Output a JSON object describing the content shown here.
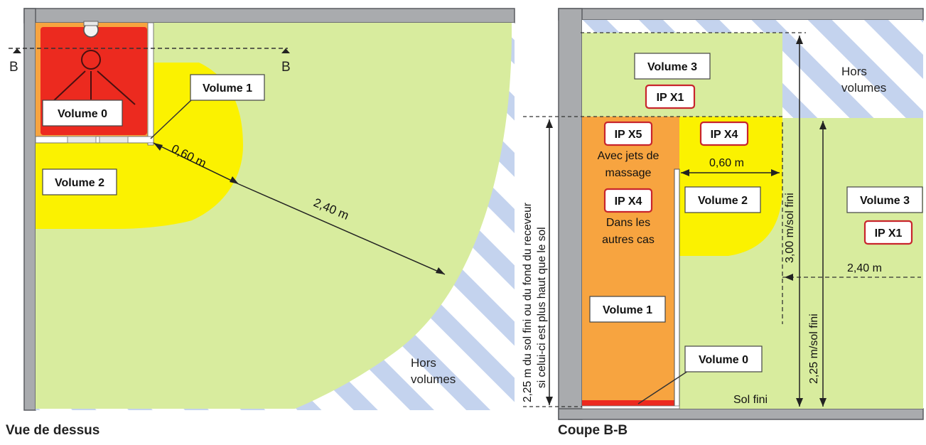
{
  "colors": {
    "wall": "#a9abae",
    "wall_stroke": "#5a5c60",
    "green": "#d8ec9e",
    "yellow": "#fbf200",
    "orange": "#f7a440",
    "red": "#ec2a1f",
    "stripe_blue": "#c4d3ee",
    "ip_border": "#c8242c"
  },
  "top_view": {
    "caption": "Vue de dessus",
    "section_mark": "B",
    "volume0": "Volume 0",
    "volume1": "Volume 1",
    "volume2": "Volume 2",
    "dim_060": "0,60 m",
    "dim_240": "2,40 m",
    "hors_volumes": [
      "Hors",
      "volumes"
    ]
  },
  "section_view": {
    "caption": "Coupe B-B",
    "volume3": "Volume 3",
    "ipx1": "IP X1",
    "ipx5": "IP X5",
    "ipx4": "IP X4",
    "avec_jets": [
      "Avec jets de",
      "massage"
    ],
    "dans_les": [
      "Dans les",
      "autres cas"
    ],
    "volume1": "Volume 1",
    "volume2": "Volume 2",
    "volume0": "Volume 0",
    "dim_060": "0,60 m",
    "dim_240": "2,40 m",
    "dim_300": "3,00 m/sol fini",
    "dim_225": "2,25 m/sol fini",
    "dim_225_long": [
      "2,25 m du sol fini ou du fond du receveur",
      "si celui-ci est plus haut que le sol"
    ],
    "sol_fini": "Sol fini",
    "hors_volumes": [
      "Hors",
      "volumes"
    ]
  }
}
